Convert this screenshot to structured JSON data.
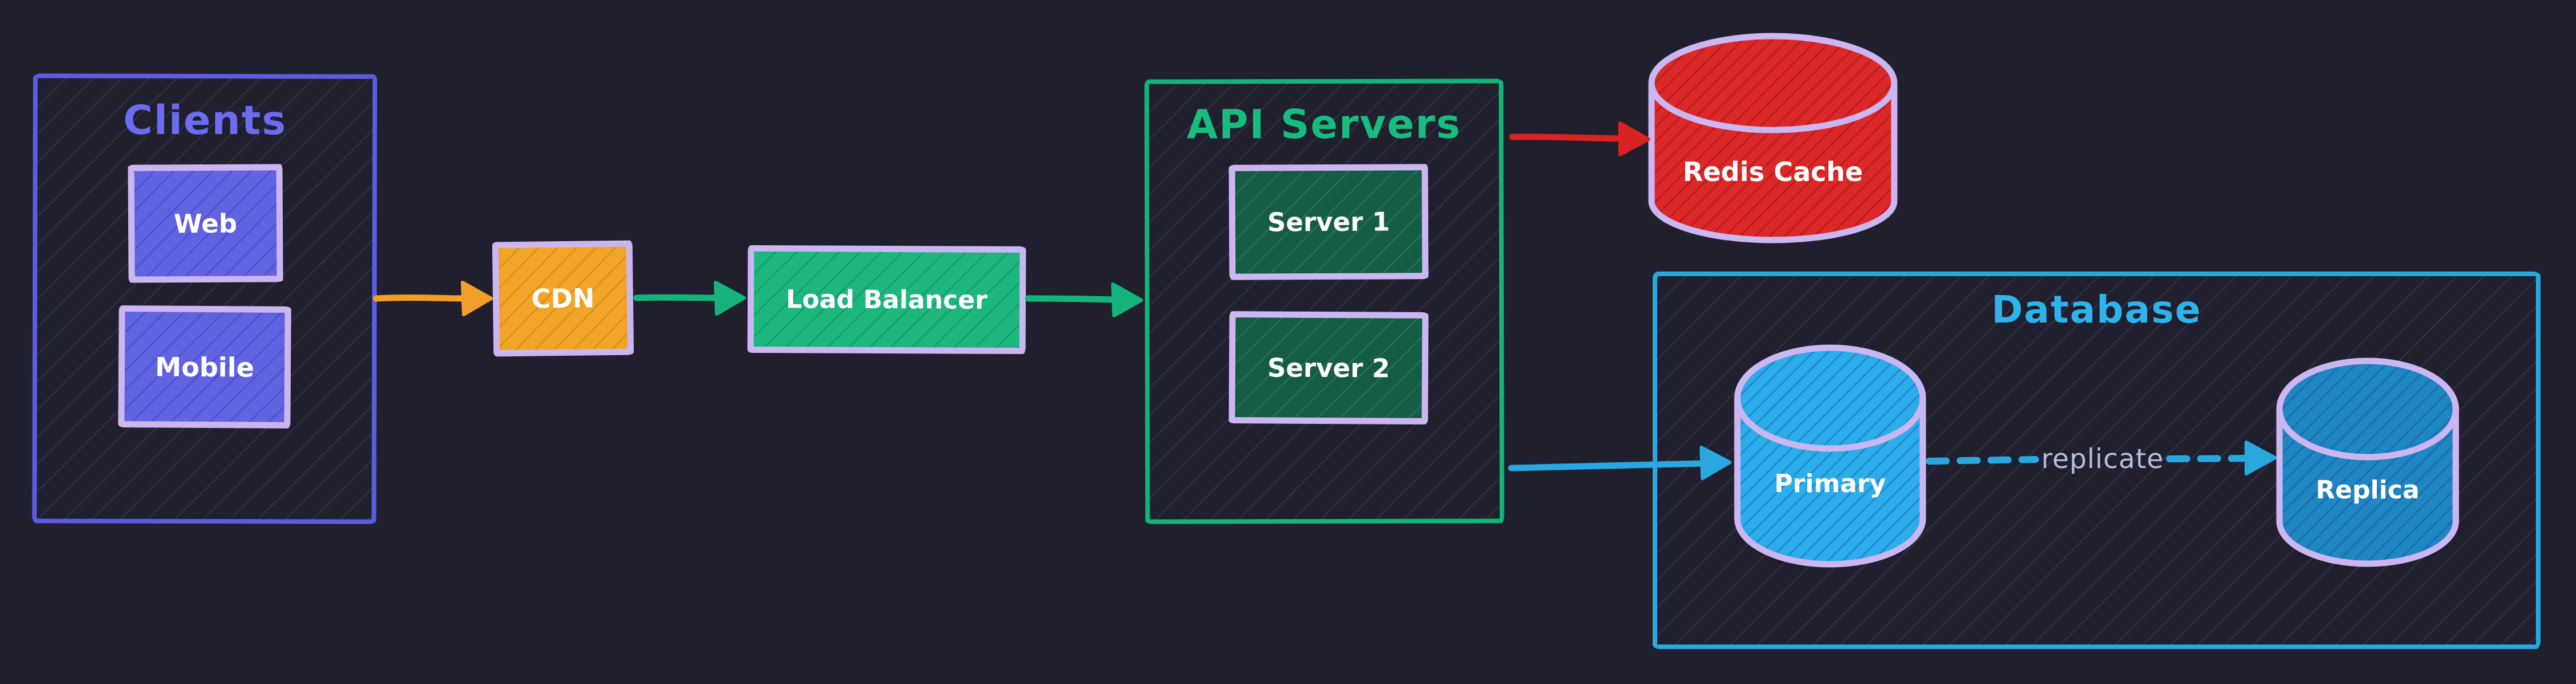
{
  "diagram": {
    "style": "hand-drawn dark architecture diagram",
    "background_color": "#1f1f2d",
    "groups": {
      "clients": {
        "label": "Clients",
        "border_color": "#5c5ce0",
        "title_color": "#6c6cf0"
      },
      "api_servers": {
        "label": "API Servers",
        "border_color": "#12b577",
        "title_color": "#16bd7e"
      },
      "database": {
        "label": "Database",
        "border_color": "#29a8e0",
        "title_color": "#2fb3ec"
      }
    },
    "nodes": {
      "web": {
        "label": "Web",
        "shape": "rectangle",
        "fill": "#6164df",
        "border_color": "#ccb6f2",
        "text_color": "#ffffff",
        "group": "clients"
      },
      "mobile": {
        "label": "Mobile",
        "shape": "rectangle",
        "fill": "#6164df",
        "border_color": "#ccb6f2",
        "text_color": "#ffffff",
        "group": "clients"
      },
      "cdn": {
        "label": "CDN",
        "shape": "rectangle",
        "fill": "#f2a426",
        "border_color": "#ccb6f2",
        "text_color": "#ffffff",
        "group": null
      },
      "load_balancer": {
        "label": "Load Balancer",
        "shape": "rectangle",
        "fill": "#1db77e",
        "border_color": "#ccb6f2",
        "text_color": "#ffffff",
        "group": null
      },
      "server_1": {
        "label": "Server 1",
        "shape": "rectangle",
        "fill": "#145c44",
        "border_color": "#ccb6f2",
        "text_color": "#ffffff",
        "group": "api_servers"
      },
      "server_2": {
        "label": "Server 2",
        "shape": "rectangle",
        "fill": "#145c44",
        "border_color": "#ccb6f2",
        "text_color": "#ffffff",
        "group": "api_servers"
      },
      "redis_cache": {
        "label": "Redis Cache",
        "shape": "cylinder",
        "fill": "#dc2828",
        "border_color": "#ccb6f2",
        "text_color": "#ffffff",
        "group": null
      },
      "primary": {
        "label": "Primary",
        "shape": "cylinder",
        "fill": "#2badea",
        "border_color": "#ccb6f2",
        "text_color": "#ffffff",
        "group": "database"
      },
      "replica": {
        "label": "Replica",
        "shape": "cylinder",
        "fill": "#1e86c0",
        "border_color": "#ccb6f2",
        "text_color": "#ffffff",
        "group": "database"
      }
    },
    "edges": [
      {
        "id": "clients-to-cdn",
        "from": "clients",
        "to": "cdn",
        "color": "#f0a028",
        "style": "solid",
        "label": ""
      },
      {
        "id": "cdn-to-load-balancer",
        "from": "cdn",
        "to": "load_balancer",
        "color": "#16b47b",
        "style": "solid",
        "label": ""
      },
      {
        "id": "load-balancer-to-api-servers",
        "from": "load_balancer",
        "to": "api_servers",
        "color": "#16b47b",
        "style": "solid",
        "label": ""
      },
      {
        "id": "api-servers-to-redis-cache",
        "from": "api_servers",
        "to": "redis_cache",
        "color": "#d92222",
        "style": "solid",
        "label": ""
      },
      {
        "id": "api-servers-to-primary",
        "from": "api_servers",
        "to": "primary",
        "color": "#29a8e0",
        "style": "solid",
        "label": ""
      },
      {
        "id": "primary-to-replica",
        "from": "primary",
        "to": "replica",
        "color": "#29a8e0",
        "style": "dashed",
        "label": "replicate",
        "label_color": "#b4bedd"
      }
    ]
  }
}
